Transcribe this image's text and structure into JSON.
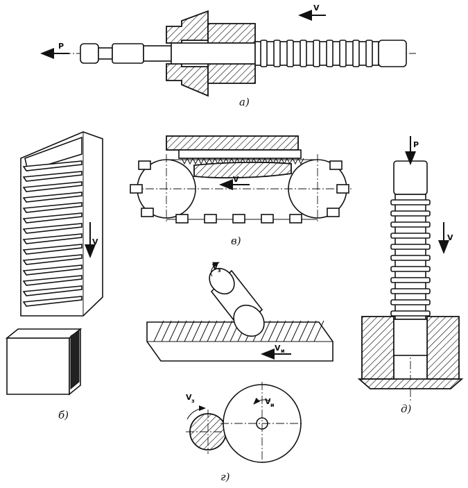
{
  "captions": {
    "a": "а)",
    "b": "б)",
    "v": "в)",
    "g": "г)",
    "d": "д)"
  },
  "symbols": {
    "force_top": "P",
    "speed_top": "V",
    "speed_block": "V",
    "speed_belt": "V",
    "force_right": "P",
    "speed_right": "V",
    "workpiece_speed": "V",
    "workpiece_speed_sub": "з",
    "tool_speed": "V",
    "tool_speed_sub": "и",
    "roller_speed": "V",
    "roller_speed_sub": "з",
    "disk_speed": "V",
    "disk_speed_sub": "и"
  }
}
